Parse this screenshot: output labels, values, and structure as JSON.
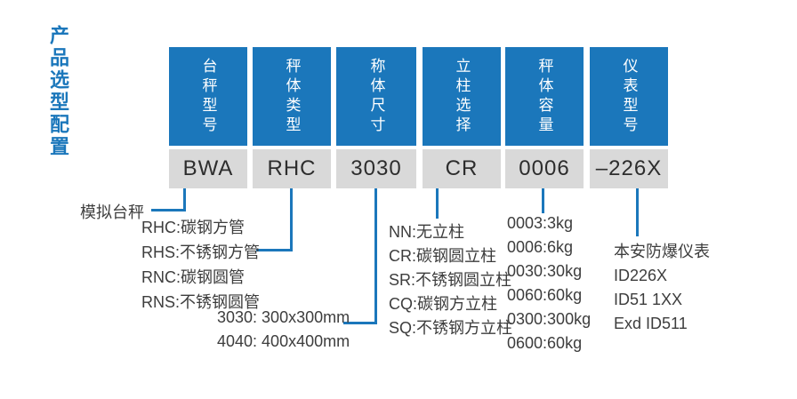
{
  "page": {
    "title": "产品选型配置"
  },
  "colors": {
    "primary_blue": "#1b77bb",
    "cell_gray": "#d9d9d9",
    "text_dark": "#3d3d3d"
  },
  "columns": [
    {
      "header": "台秤型号",
      "value": "BWA"
    },
    {
      "header": "秤体类型",
      "value": "RHC"
    },
    {
      "header": "称体尺寸",
      "value": "3030"
    },
    {
      "header": "立柱选择",
      "value": "CR"
    },
    {
      "header": "秤体容量",
      "value": "0006"
    },
    {
      "header": "仪表型号",
      "value": "–226X"
    }
  ],
  "annotations": {
    "scale_type_label": "模拟台秤",
    "body_types": [
      "RHC:碳钢方管",
      "RHS:不锈钢方管",
      "RNC:碳钢圆管",
      "RNS:不锈钢圆管"
    ],
    "sizes": [
      "3030: 300x300mm",
      "4040: 400x400mm"
    ],
    "column_options": [
      "NN:无立柱",
      "CR:碳钢圆立柱",
      "SR:不锈钢圆立柱",
      "CQ:碳钢方立柱",
      "SQ:不锈钢方立柱"
    ],
    "capacities": [
      "0003:3kg",
      "0006:6kg",
      "0030:30kg",
      "0060:60kg",
      "0300:300kg",
      "0600:60kg"
    ],
    "indicators": [
      "本安防爆仪表",
      "ID226X",
      "ID51 1XX",
      "Exd ID511"
    ]
  }
}
